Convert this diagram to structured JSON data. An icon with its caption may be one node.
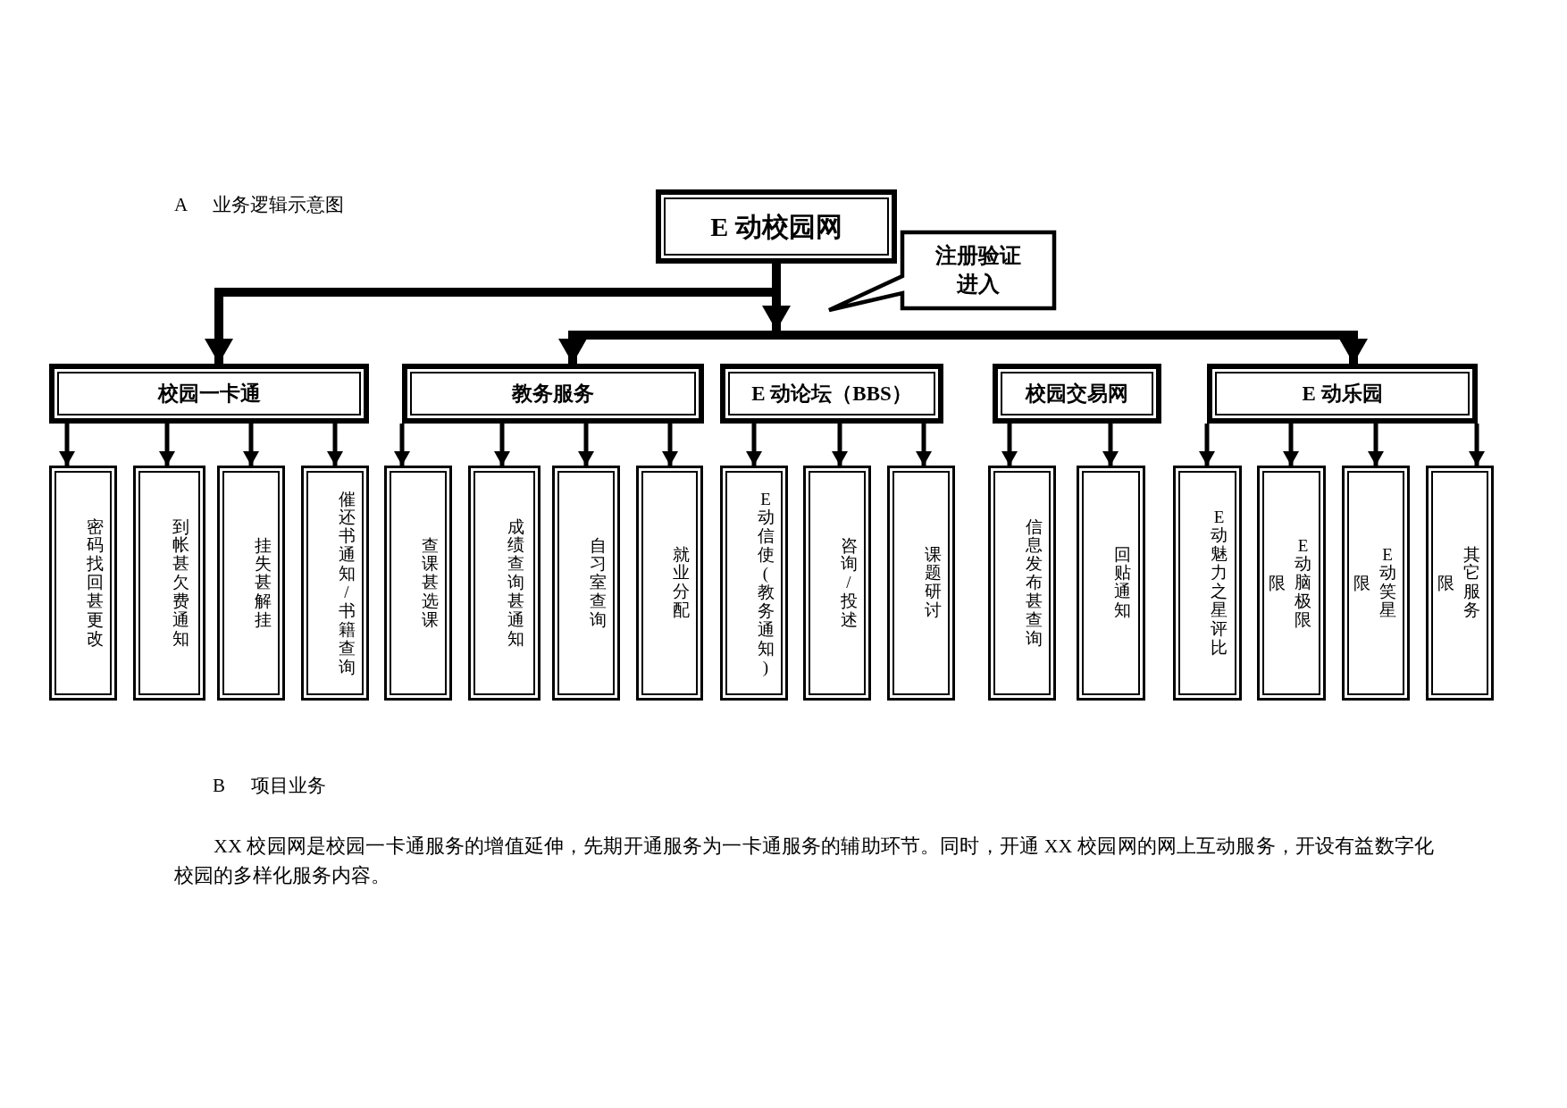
{
  "diagram": {
    "nodes": [
      {
        "text": [
          "E 动校园网"
        ]
      },
      {
        "text": [
          "注册验证进入"
        ]
      },
      {
        "text": [
          "校园一卡通"
        ]
      },
      {
        "text": [
          "教务服务"
        ]
      },
      {
        "text": [
          "E 动论坛（BBS）"
        ]
      },
      {
        "text": [
          "校园交易网"
        ]
      },
      {
        "text": [
          "E 动乐园"
        ]
      },
      {
        "text": [
          "密码找回甚更改"
        ]
      },
      {
        "text": [
          "到帐甚欠费通知"
        ]
      },
      {
        "text": [
          "挂失甚解挂"
        ]
      },
      {
        "text": [
          "催还书通知/书籍查询"
        ]
      },
      {
        "text": [
          "查课甚选课"
        ]
      },
      {
        "text": [
          "成绩查询甚通知"
        ]
      },
      {
        "text": [
          "自习室查询"
        ]
      },
      {
        "text": [
          "就业分配"
        ]
      },
      {
        "text": [
          "E动信使(教务通知)"
        ]
      },
      {
        "text": [
          "咨询/投述"
        ]
      },
      {
        "text": [
          "课题研讨"
        ]
      },
      {
        "text": [
          "信息发布甚查询"
        ]
      },
      {
        "text": [
          "回贴通知"
        ]
      },
      {
        "text": [
          "E动魅力之星评比"
        ]
      },
      {
        "text": [
          "限",
          "E动脑极限"
        ]
      },
      {
        "text": [
          "限",
          "E动笑星"
        ]
      },
      {
        "text": [
          "限",
          "其它服务"
        ]
      }
    ],
    "edges": [
      {
        "from": 0,
        "to": 2,
        "arrow": "to",
        "style": "thick"
      },
      {
        "from": 0,
        "to": 3,
        "arrow": "to",
        "style": "thick"
      },
      {
        "from": 0,
        "to": 6,
        "arrow": "to",
        "style": "thick"
      },
      {
        "from": 2,
        "to": 7,
        "arrow": "to"
      },
      {
        "from": 2,
        "to": 8,
        "arrow": "to"
      },
      {
        "from": 2,
        "to": 9,
        "arrow": "to"
      },
      {
        "from": 2,
        "to": 10,
        "arrow": "to"
      },
      {
        "from": 3,
        "to": 11,
        "arrow": "to"
      },
      {
        "from": 3,
        "to": 12,
        "arrow": "to"
      },
      {
        "from": 3,
        "to": 13,
        "arrow": "to"
      },
      {
        "from": 3,
        "to": 14,
        "arrow": "to"
      },
      {
        "from": 4,
        "to": 15,
        "arrow": "to"
      },
      {
        "from": 4,
        "to": 16,
        "arrow": "to"
      },
      {
        "from": 4,
        "to": 17,
        "arrow": "to"
      },
      {
        "from": 5,
        "to": 18,
        "arrow": "to"
      },
      {
        "from": 5,
        "to": 19,
        "arrow": "to"
      },
      {
        "from": 6,
        "to": 20,
        "arrow": "to"
      },
      {
        "from": 6,
        "to": 21,
        "arrow": "to"
      },
      {
        "from": 6,
        "to": 22,
        "arrow": "to"
      },
      {
        "from": 6,
        "to": 23,
        "arrow": "to"
      }
    ],
    "labels": [
      "A",
      "业务逻辑示意图",
      "B",
      "项目业务",
      "XX 校园网是校园一卡通服务的增值延伸，先期开通服务为一卡通服务的辅助环节。同时，开通 XX 校园网的网上互动服务，开设有益数字化校园的多样化服务内容。"
    ]
  }
}
